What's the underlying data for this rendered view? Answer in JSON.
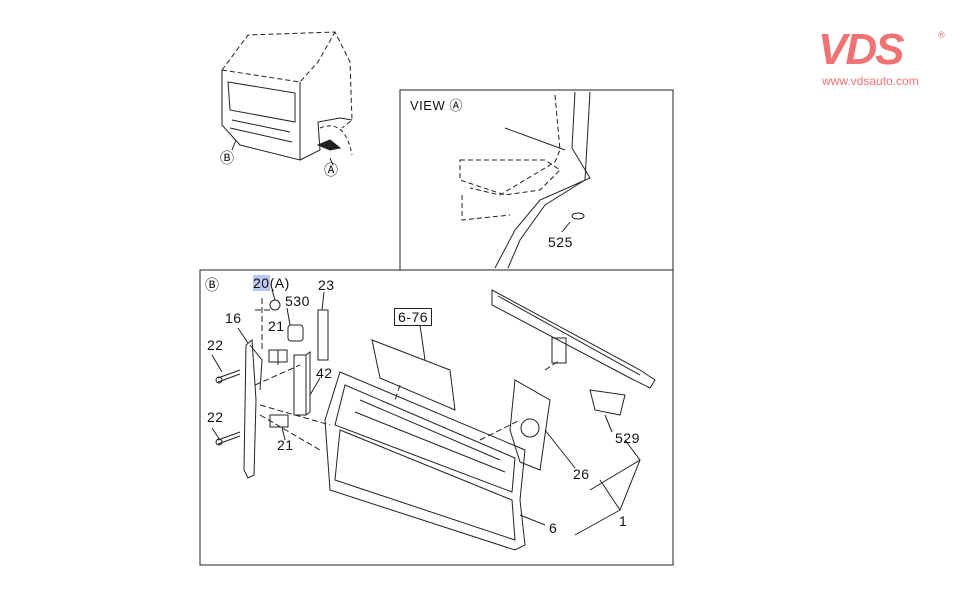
{
  "logo": {
    "brand": "VDS",
    "registered": "®",
    "url": "www.vdsauto.com"
  },
  "view_a": {
    "title": "VIEW Ⓐ",
    "parts": [
      {
        "label": "525"
      }
    ]
  },
  "overview": {
    "marker_b": "Ⓑ",
    "marker_a": "Ⓐ"
  },
  "detail_b": {
    "marker": "Ⓑ",
    "labels": {
      "p20": "20",
      "p20_suffix": "(A)",
      "p530": "530",
      "p23": "23",
      "p16": "16",
      "p21_top": "21",
      "p22_top": "22",
      "p42": "42",
      "p22_bottom": "22",
      "p21_bottom": "21",
      "p6_76": "6-76",
      "p529": "529",
      "p26": "26",
      "p6": "6",
      "p1": "1"
    }
  }
}
